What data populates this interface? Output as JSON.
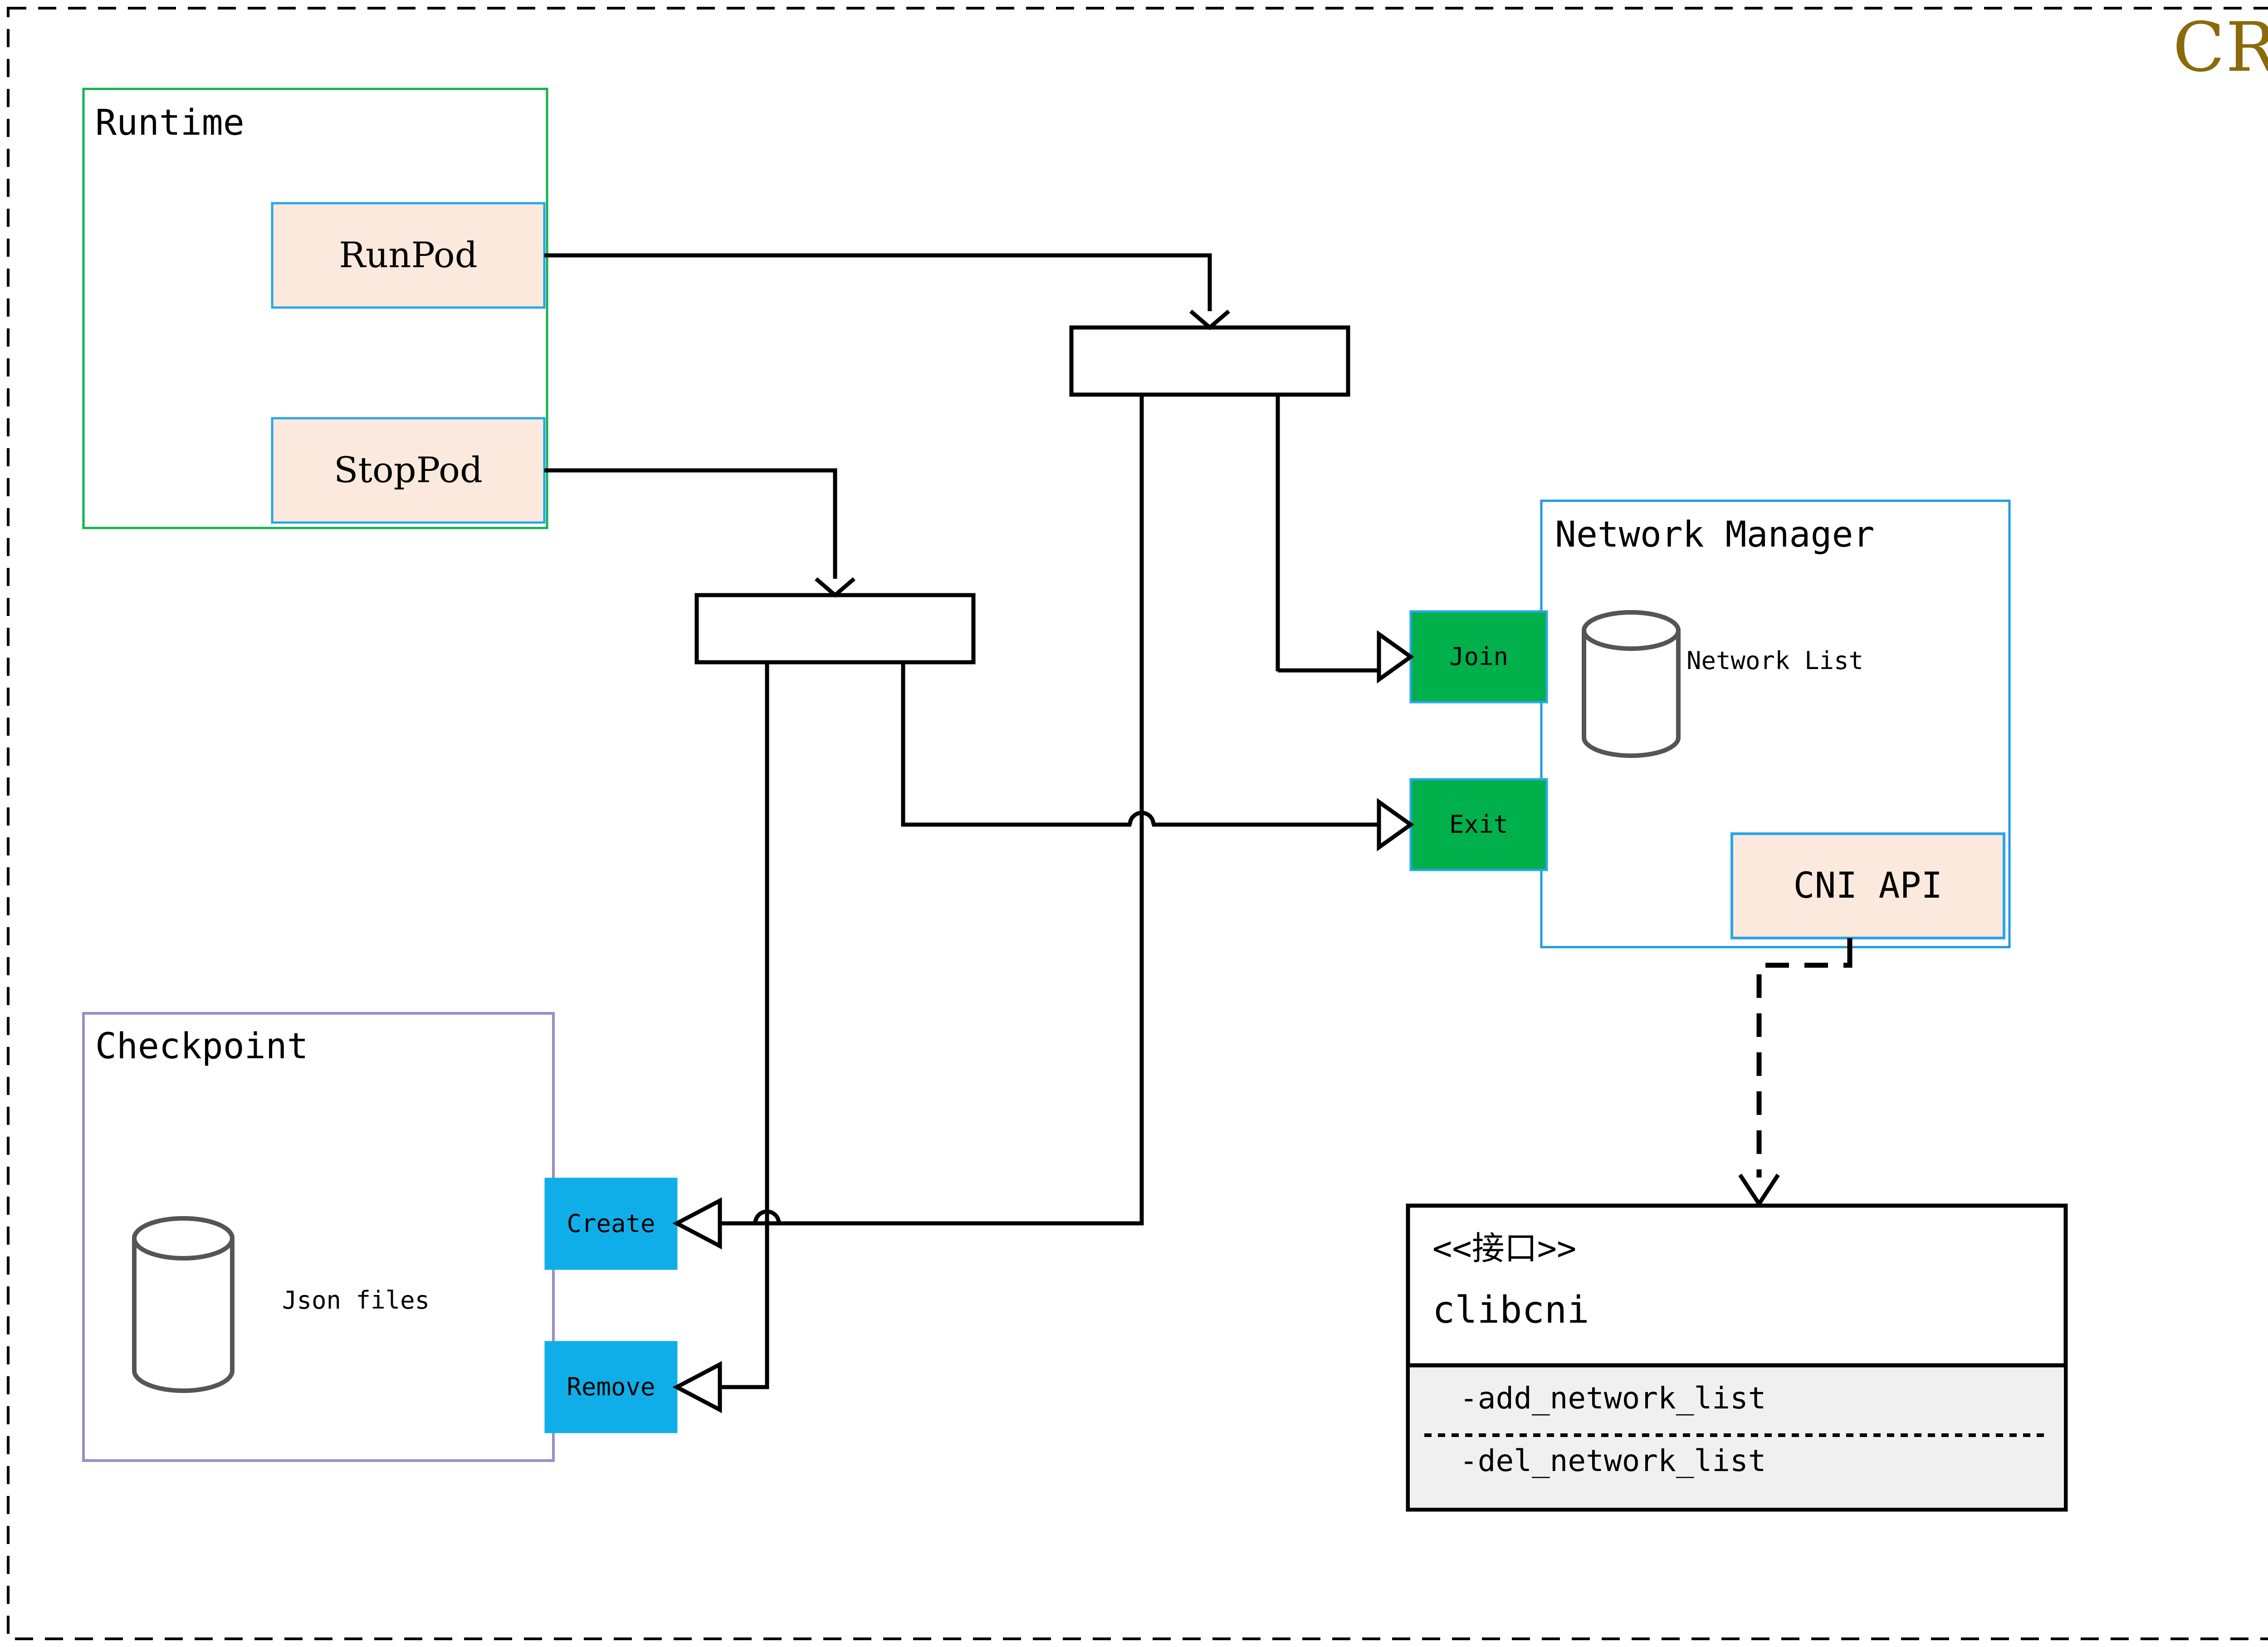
{
  "diagram": {
    "title": "CRI",
    "title_color": "#8a6a0b",
    "outer_border": "dashed-black"
  },
  "containers": {
    "runtime": {
      "label": "Runtime",
      "border_color": "#11b14f"
    },
    "checkpoint": {
      "label": "Checkpoint",
      "border_color": "#9b8ec4"
    },
    "network_manager": {
      "label": "Network Manager",
      "border_color": "#1f9ae0"
    }
  },
  "nodes": {
    "runpod": {
      "label": "RunPod",
      "fill": "#fbe9dd",
      "border": "#2aa6e8"
    },
    "stoppod": {
      "label": "StopPod",
      "fill": "#fbe9dd",
      "border": "#2aa6e8"
    },
    "cni_api": {
      "label": "CNI API",
      "fill": "#fbe9dd",
      "border": "#2aa6e8"
    },
    "join": {
      "label": "Join",
      "fill": "#00b04b",
      "border": "#2aa6e8"
    },
    "exit": {
      "label": "Exit",
      "fill": "#00b04b",
      "border": "#2aa6e8"
    },
    "create": {
      "label": "Create",
      "fill": "#0faee8",
      "border": "#0faee8"
    },
    "remove": {
      "label": "Remove",
      "fill": "#0faee8",
      "border": "#0faee8"
    },
    "fork_run": {
      "label": "",
      "fill": "#ffffff",
      "border": "#000000"
    },
    "fork_stop": {
      "label": "",
      "fill": "#ffffff",
      "border": "#000000"
    }
  },
  "datastores": {
    "network_list": {
      "label": "Network List",
      "stroke": "#555555"
    },
    "json_files": {
      "label": "Json files",
      "stroke": "#555555"
    }
  },
  "interface": {
    "stereotype": "<<接口>>",
    "name": "clibcni",
    "methods": [
      "-add_network_list",
      "-del_network_list"
    ],
    "methods_bg": "#f0f0f0",
    "border": "#000000"
  },
  "edges": [
    {
      "from": "runpod",
      "to": "fork_run",
      "style": "solid",
      "arrow": "open-v"
    },
    {
      "from": "stoppod",
      "to": "fork_stop",
      "style": "solid",
      "arrow": "open-v"
    },
    {
      "from": "fork_run",
      "to": "join",
      "style": "solid",
      "arrow": "open-triangle"
    },
    {
      "from": "fork_run",
      "to": "create",
      "style": "solid",
      "arrow": "open-triangle"
    },
    {
      "from": "fork_stop",
      "to": "exit",
      "style": "solid",
      "arrow": "open-triangle"
    },
    {
      "from": "fork_stop",
      "to": "remove",
      "style": "solid",
      "arrow": "open-triangle"
    },
    {
      "from": "cni_api",
      "to": "clibcni",
      "style": "dashed",
      "arrow": "open-v"
    }
  ]
}
